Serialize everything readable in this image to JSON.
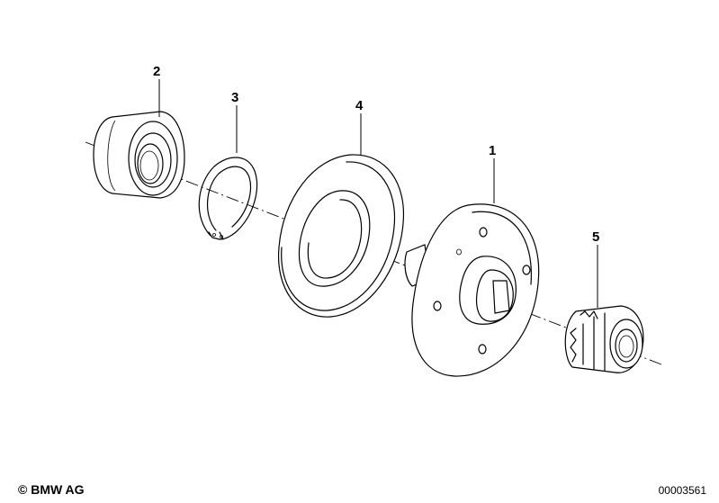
{
  "callouts": [
    {
      "id": "2",
      "label": "2"
    },
    {
      "id": "3",
      "label": "3"
    },
    {
      "id": "4",
      "label": "4"
    },
    {
      "id": "1",
      "label": "1"
    },
    {
      "id": "5",
      "label": "5"
    }
  ],
  "footer": {
    "copyright": "© BMW AG",
    "part_number": "00003561"
  }
}
